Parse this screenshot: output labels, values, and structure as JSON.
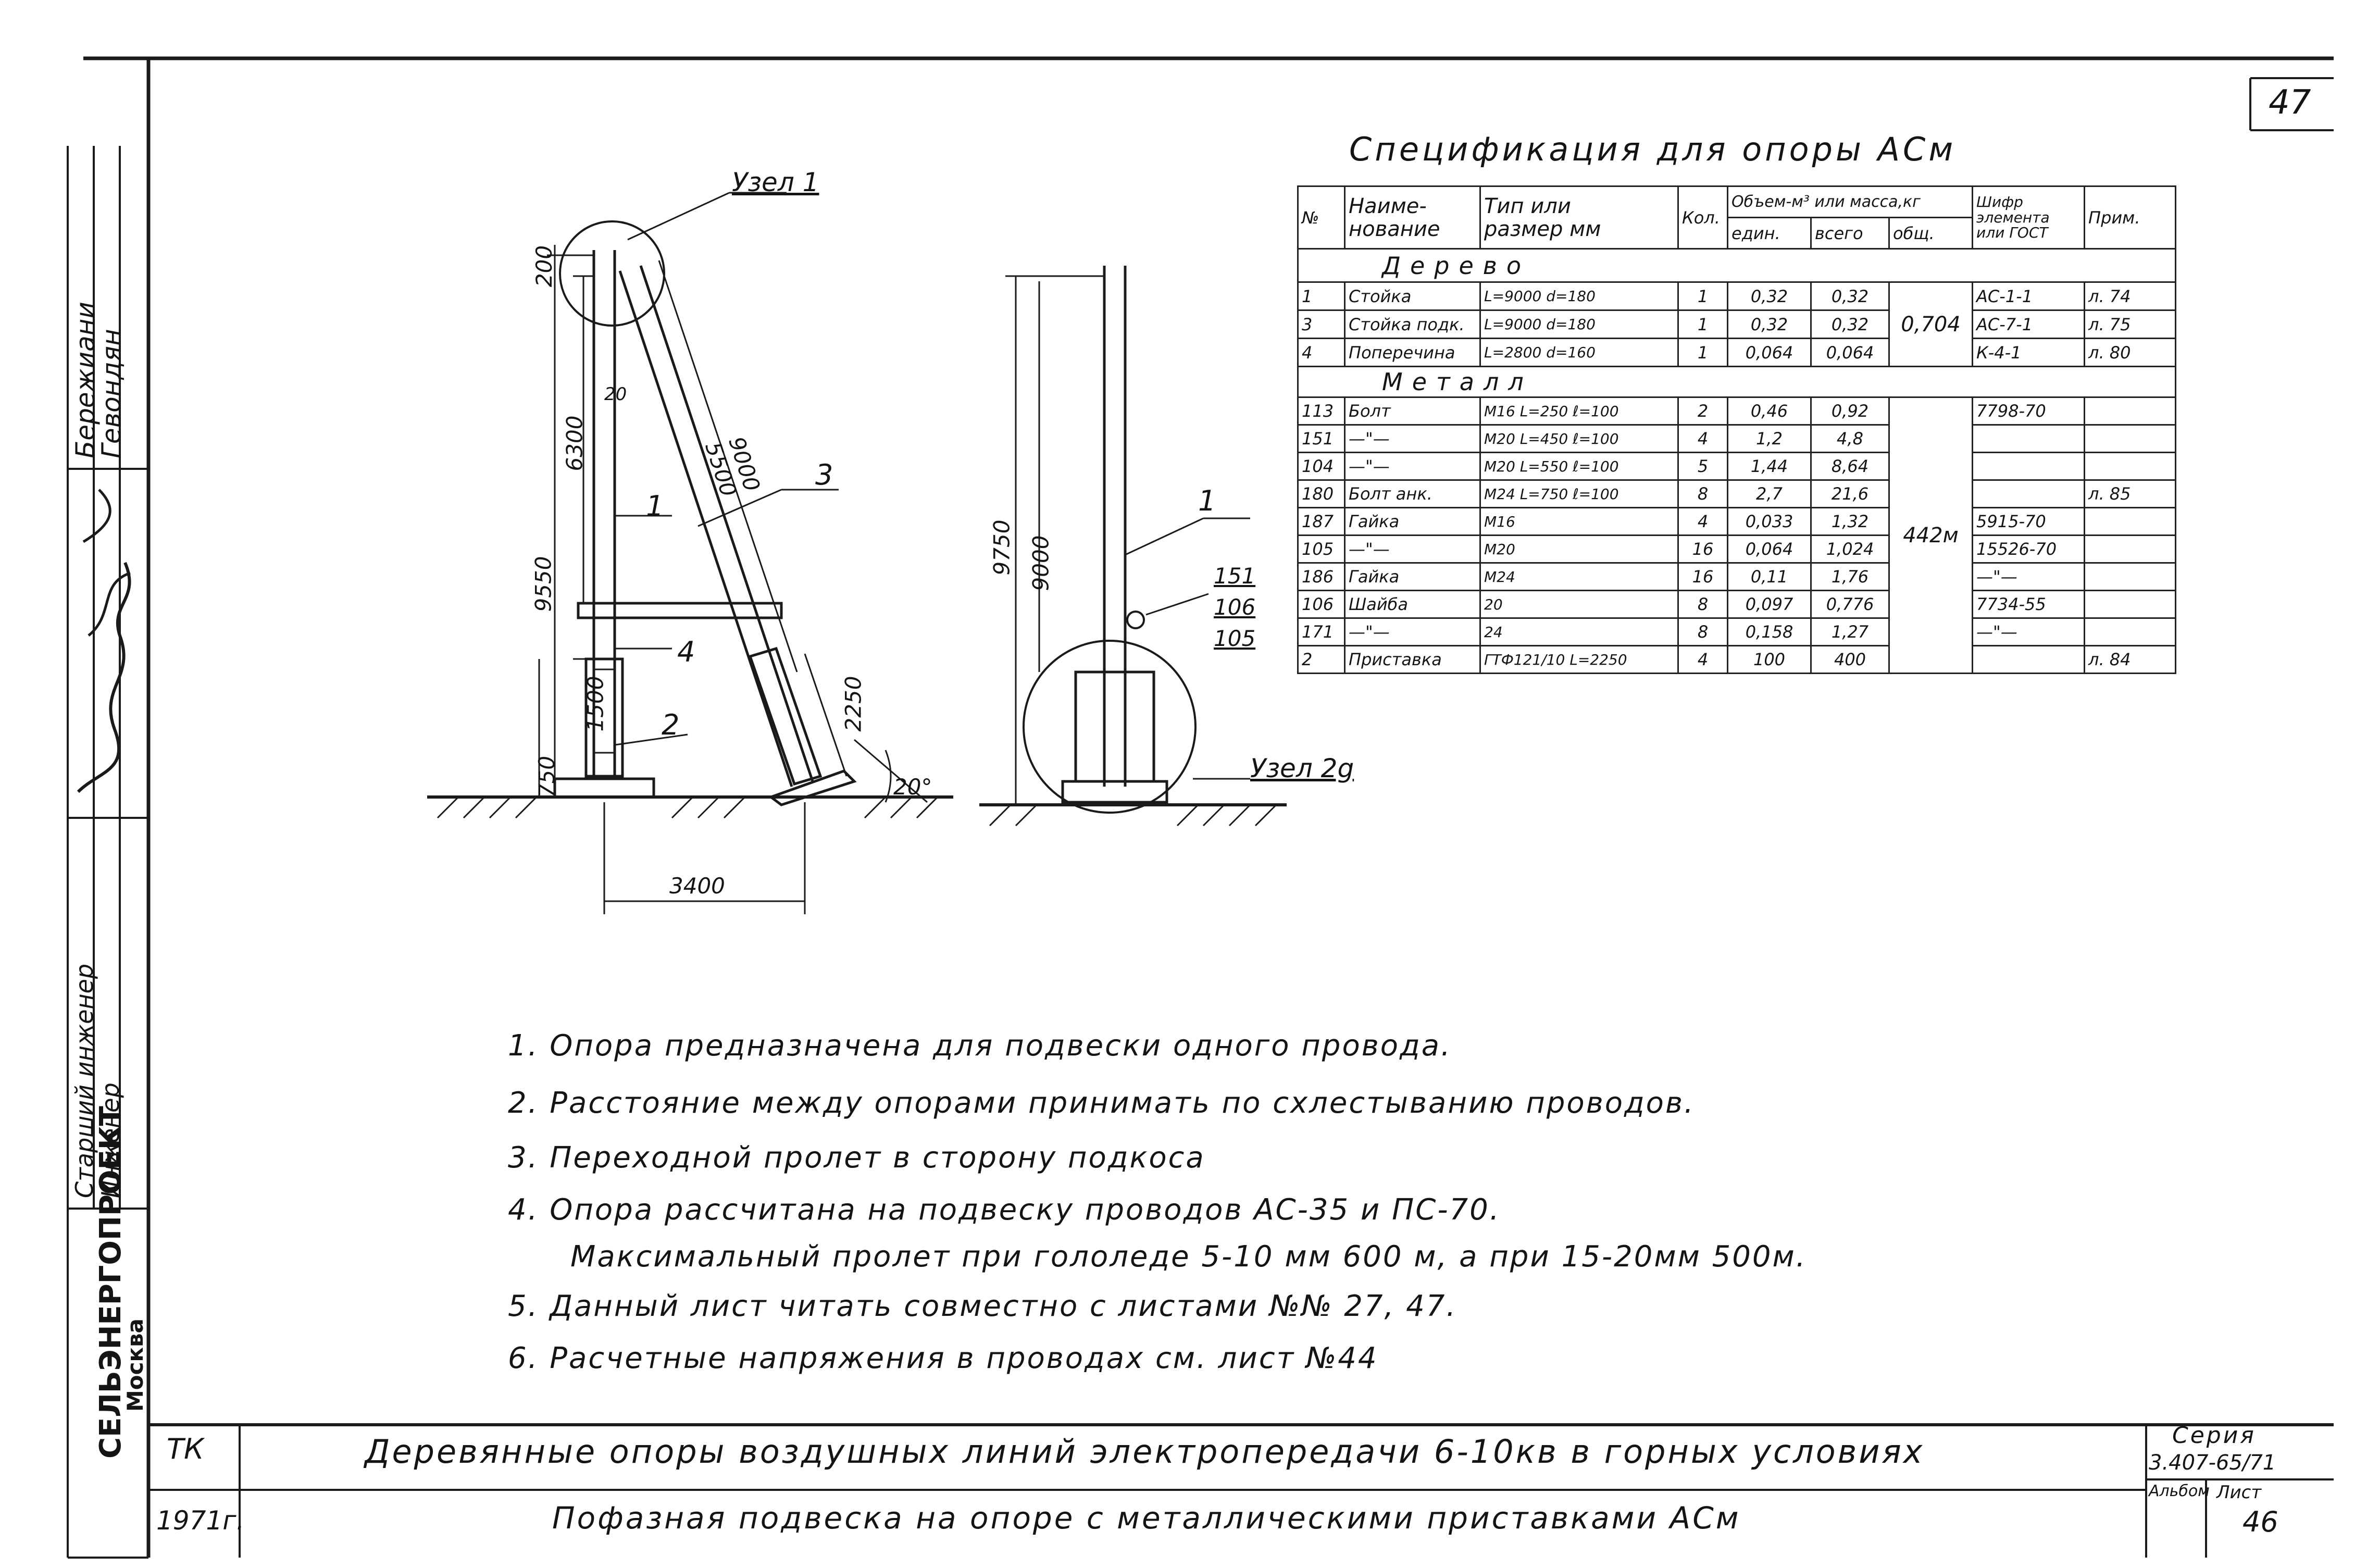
{
  "page_number": "47",
  "spec": {
    "title": "Спецификация для опоры АСм",
    "headers": {
      "num": "№",
      "name": "Наиме-\nнование",
      "type": "Тип или\nразмер мм",
      "qty": "Кол.",
      "vol": "Объем-м³ или масса,кг",
      "unit": "един.",
      "total": "всего",
      "general": "общ.",
      "code": "Шифр\nэлемента\nили ГОСТ",
      "note": "Прим."
    },
    "section_wood": "Дерево",
    "section_metal": "Металл",
    "wood_total": "0,704",
    "metal_total": "442м",
    "wood_rows": [
      {
        "num": "1",
        "name": "Стойка",
        "type": "L=9000   d=180",
        "qty": "1",
        "unit": "0,32",
        "total": "0,32",
        "code": "АС-1-1",
        "note": "л. 74"
      },
      {
        "num": "3",
        "name": "Стойка подк.",
        "type": "L=9000   d=180",
        "qty": "1",
        "unit": "0,32",
        "total": "0,32",
        "code": "АС-7-1",
        "note": "л. 75"
      },
      {
        "num": "4",
        "name": "Поперечина",
        "type": "L=2800   d=160",
        "qty": "1",
        "unit": "0,064",
        "total": "0,064",
        "code": "К-4-1",
        "note": "л. 80"
      }
    ],
    "metal_rows": [
      {
        "num": "113",
        "name": "Болт",
        "type": "М16 L=250 ℓ=100",
        "qty": "2",
        "unit": "0,46",
        "total": "0,92",
        "code": "7798-70",
        "note": ""
      },
      {
        "num": "151",
        "name": "—\"—",
        "type": "М20 L=450 ℓ=100",
        "qty": "4",
        "unit": "1,2",
        "total": "4,8",
        "code": "",
        "note": ""
      },
      {
        "num": "104",
        "name": "—\"—",
        "type": "М20 L=550 ℓ=100",
        "qty": "5",
        "unit": "1,44",
        "total": "8,64",
        "code": "",
        "note": ""
      },
      {
        "num": "180",
        "name": "Болт анк.",
        "type": "М24 L=750 ℓ=100",
        "qty": "8",
        "unit": "2,7",
        "total": "21,6",
        "code": "",
        "note": "л. 85"
      },
      {
        "num": "187",
        "name": "Гайка",
        "type": "М16",
        "qty": "4",
        "unit": "0,033",
        "total": "1,32",
        "code": "5915-70",
        "note": ""
      },
      {
        "num": "105",
        "name": "—\"—",
        "type": "М20",
        "qty": "16",
        "unit": "0,064",
        "total": "1,024",
        "code": "15526-70",
        "note": ""
      },
      {
        "num": "186",
        "name": "Гайка",
        "type": "М24",
        "qty": "16",
        "unit": "0,11",
        "total": "1,76",
        "code": "—\"—",
        "note": ""
      },
      {
        "num": "106",
        "name": "Шайба",
        "type": "20",
        "qty": "8",
        "unit": "0,097",
        "total": "0,776",
        "code": "7734-55",
        "note": ""
      },
      {
        "num": "171",
        "name": "—\"—",
        "type": "24",
        "qty": "8",
        "unit": "0,158",
        "total": "1,27",
        "code": "—\"—",
        "note": ""
      },
      {
        "num": "2",
        "name": "Приставка",
        "type": "ГТФ121/10 L=2250",
        "qty": "4",
        "unit": "100",
        "total": "400",
        "code": "",
        "note": "л. 84"
      }
    ]
  },
  "drawing": {
    "node1": "Узел 1",
    "node2": "Узел 2g",
    "dims": {
      "d200": "200",
      "d6300": "6300",
      "d9550": "9550",
      "d1500": "1500",
      "d750": "750",
      "d3400": "3400",
      "d5500": "5500",
      "d9000": "9000",
      "d2250": "2250",
      "angle": "20°",
      "d9750": "9750",
      "d9000b": "9000"
    },
    "refs": {
      "r1": "1",
      "r2": "2",
      "r3": "3",
      "r4": "4",
      "r1b": "1",
      "r151": "151",
      "r106": "106",
      "r105": "105",
      "r20": "20"
    }
  },
  "notes": [
    "1.  Опора предназначена  для  подвески  одного  провода.",
    "2.  Расстояние  между  опорами  принимать  по  схлестыванию  проводов.",
    "3.  Переходной    пролет  в  сторону  подкоса",
    "4.  Опора  рассчитана  на  подвеску  проводов  АС-35  и  ПС-70.",
    "Максимальный   пролет  при  гололеде   5-10 мм    600 м,  а  при  15-20мм  500м.",
    "5.  Данный  лист  читать  совместно  с  листами  №№ 27, 47.",
    "6.  Расчетные   напряжения  в  проводах   см.  лист №44"
  ],
  "title_block": {
    "org_code": "ТК",
    "year": "1971г.",
    "title1": "Деревянные  опоры  воздушных  линий   электропередачи  6-10кв  в  горных  условиях",
    "title2": "Пофазная  подвеска  на  опоре  с  металлическими  приставками  АСм",
    "series_label": "Серия",
    "series": "3.407-65/71",
    "album_label": "Альбом",
    "sheet_label": "Лист",
    "sheet": "46"
  },
  "side_stamp": {
    "org": "СЕЛЬЭНЕРГОПРОЕКТ",
    "city": "Москва",
    "role1": "Старший  инженер",
    "role2": "Инженер",
    "name1": "Бережиани",
    "name2": "Гевондян"
  }
}
